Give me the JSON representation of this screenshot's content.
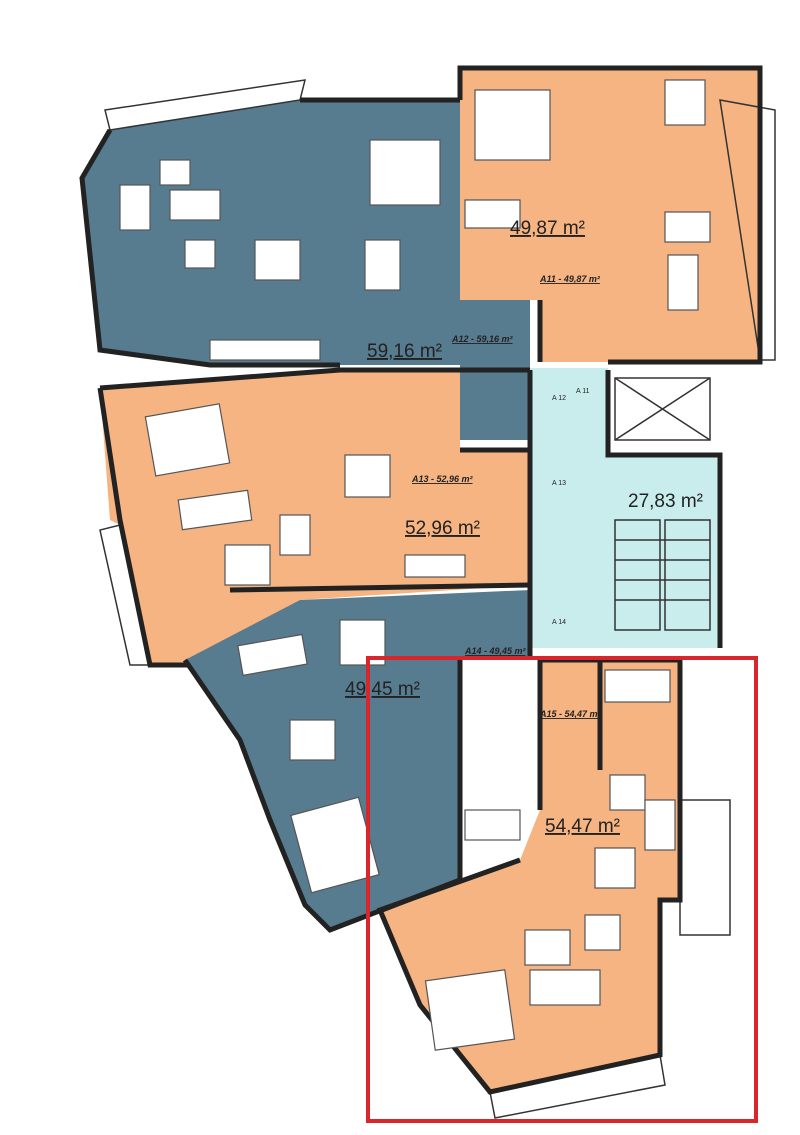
{
  "colors": {
    "blue": "#577b8f",
    "orange": "#f5b481",
    "cyan": "#c9eded",
    "highlight": "#d8262c"
  },
  "apartments": [
    {
      "id": "A11",
      "area_label": "49,87 m2",
      "code_label": "A11 - 49,87 m2",
      "door_tag": "A 11"
    },
    {
      "id": "A12",
      "area_label": "59,16 m2",
      "code_label": "A12 - 59,16 m2",
      "door_tag": "A 12"
    },
    {
      "id": "A13",
      "area_label": "52,96 m2",
      "code_label": "A13 - 52,96 m2",
      "door_tag": "A 13"
    },
    {
      "id": "A14",
      "area_label": "49,45 m2",
      "code_label": "A14 - 49,45 m2",
      "door_tag": "A 14"
    },
    {
      "id": "A15",
      "area_label": "54,47 m2",
      "code_label": "A15 - 54,47 m2"
    }
  ],
  "stairwell": {
    "area_label": "27,83 m2"
  },
  "highlighted": "A15"
}
